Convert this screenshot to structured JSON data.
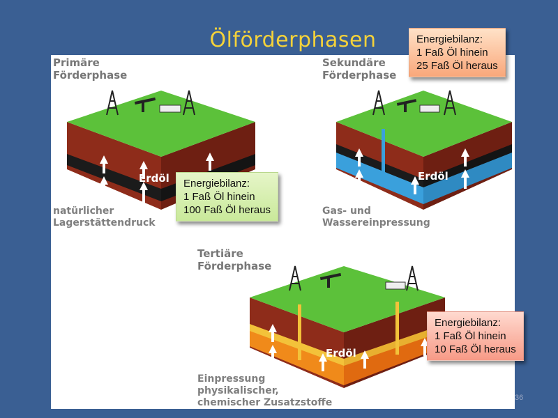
{
  "slide": {
    "title": "Ölförderphasen",
    "page_number": "36"
  },
  "phases": {
    "primary": {
      "label": "Primäre\nFörderphase",
      "caption": "natürlicher\nLagerstättendruck",
      "oil_label": "Erdöl",
      "fluid_color": "#1b1b1b"
    },
    "secondary": {
      "label": "Sekundäre\nFörderphase",
      "caption": "Gas- und\nWassereinpressung",
      "oil_label": "Erdöl",
      "fluid_color": "#3aa0dc"
    },
    "tertiary": {
      "label": "Tertiäre\nFörderphase",
      "caption": "Einpressung\nphysikalischer,\nchemischer Zusatzstoffe",
      "oil_label": "Erdöl",
      "fluid_color": "#f08a1a"
    }
  },
  "energy_balance": {
    "primary": {
      "title": "Energiebilanz:",
      "line1": "1 Faß Öl hinein",
      "line2": "100 Faß Öl heraus"
    },
    "secondary": {
      "title": "Energiebilanz:",
      "line1": "1 Faß Öl hinein",
      "line2": "25 Faß Öl heraus"
    },
    "tertiary": {
      "title": "Energiebilanz:",
      "line1": "1 Faß Öl hinein",
      "line2": "10 Faß Öl heraus"
    }
  },
  "colors": {
    "background": "#3a5f93",
    "title": "#f4d23a",
    "grass": "#5cc13a",
    "earth": "#8a2818",
    "box_green": "#d9f0b0",
    "box_orange": "#fbb990",
    "box_red": "#f9a894"
  },
  "icons": [
    "oil-derrick-icon",
    "pump-jack-icon",
    "storage-tank-icon",
    "pressure-arrow-icon"
  ]
}
